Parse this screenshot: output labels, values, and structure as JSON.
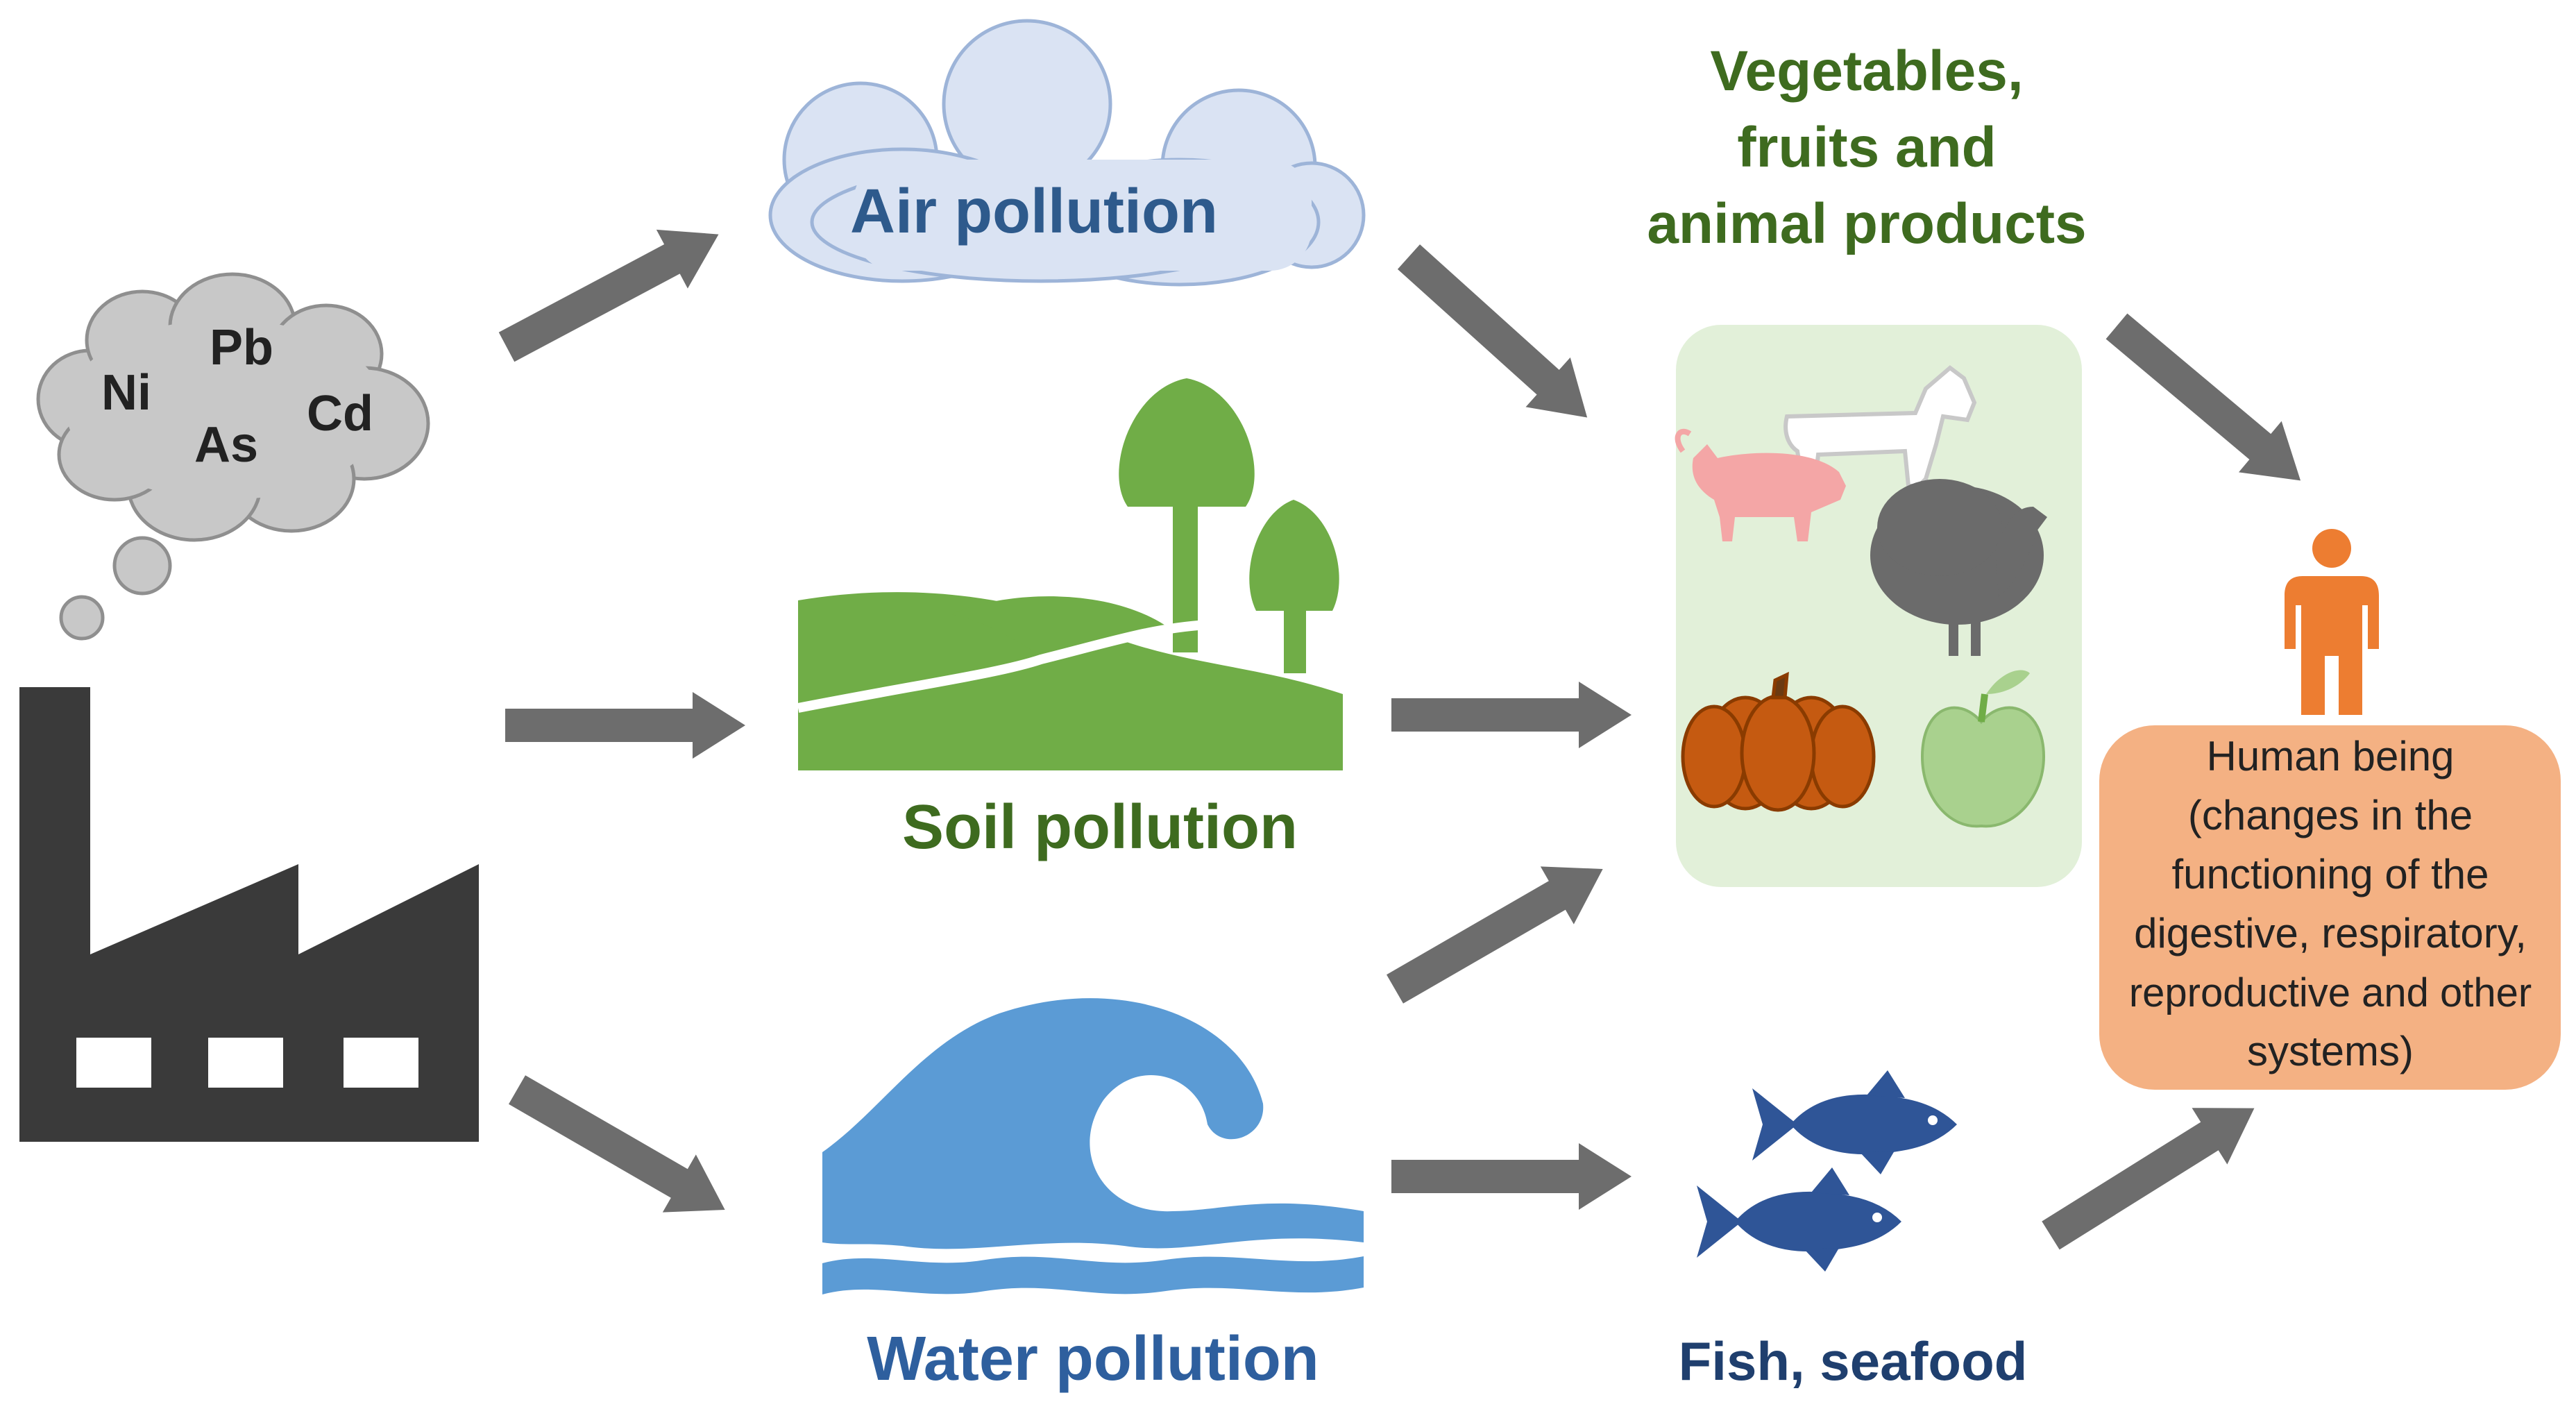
{
  "metals": [
    "Ni",
    "Pb",
    "As",
    "Cd"
  ],
  "air": {
    "label": "Air pollution"
  },
  "soil": {
    "label": "Soil pollution"
  },
  "water": {
    "label": "Water pollution"
  },
  "food": {
    "lines": [
      "Vegetables,",
      "fruits and",
      "animal products"
    ]
  },
  "fish": {
    "label": "Fish, seafood"
  },
  "human": {
    "lines": [
      "Human being",
      "(changes in the",
      "functioning of the",
      "digestive, respiratory,",
      "reproductive and other",
      "systems)"
    ]
  },
  "colors": {
    "arrow": "#6d6d6d",
    "factory": "#3a3a3a",
    "metal_cloud": "#c8c8c8",
    "air_cloud": "#dae3f3",
    "air_text": "#2e5a8c",
    "soil_green": "#70ad47",
    "soil_text": "#3e6b1f",
    "water_blue": "#5b9bd5",
    "water_text": "#2e5f9e",
    "food_text": "#3e6b1f",
    "food_box": "#e2f0d9",
    "fish_blue": "#2f5597",
    "fish_text": "#1f3f6e",
    "human_orange": "#f4b183",
    "person": "#ed7d31"
  },
  "icons": [
    "factory-icon",
    "metal-cloud-icon",
    "air-cloud-icon",
    "landscape-icon",
    "wave-icon",
    "cow-icon",
    "pig-icon",
    "turkey-icon",
    "pumpkin-icon",
    "apple-icon",
    "fish-icon",
    "person-icon"
  ]
}
